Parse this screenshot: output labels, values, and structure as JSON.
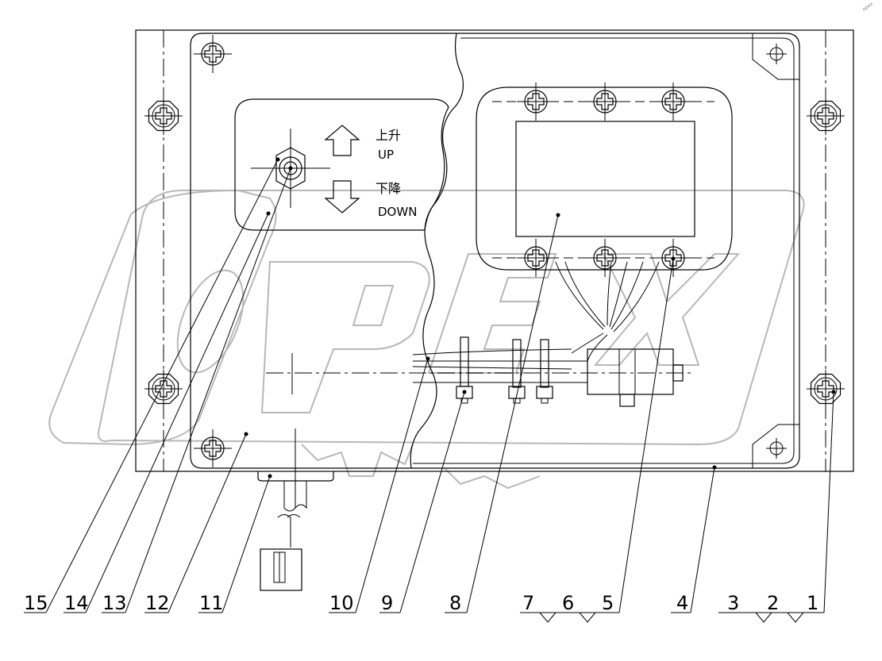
{
  "panel": {
    "up_cn": "上升",
    "up_en": "UP",
    "down_cn": "下降",
    "down_en": "DOWN"
  },
  "callouts": [
    {
      "id": "c1",
      "label": "1"
    },
    {
      "id": "c2",
      "label": "2"
    },
    {
      "id": "c3",
      "label": "3"
    },
    {
      "id": "c4",
      "label": "4"
    },
    {
      "id": "c5",
      "label": "5"
    },
    {
      "id": "c6",
      "label": "6"
    },
    {
      "id": "c7",
      "label": "7"
    },
    {
      "id": "c8",
      "label": "8"
    },
    {
      "id": "c9",
      "label": "9"
    },
    {
      "id": "c10",
      "label": "10"
    },
    {
      "id": "c11",
      "label": "11"
    },
    {
      "id": "c12",
      "label": "12"
    },
    {
      "id": "c13",
      "label": "13"
    },
    {
      "id": "c14",
      "label": "14"
    },
    {
      "id": "c15",
      "label": "15"
    }
  ],
  "watermark": {
    "text": "OPEX"
  },
  "colors": {
    "line": "#000000",
    "watermark": "#b8b8b8",
    "background": "#ffffff"
  }
}
